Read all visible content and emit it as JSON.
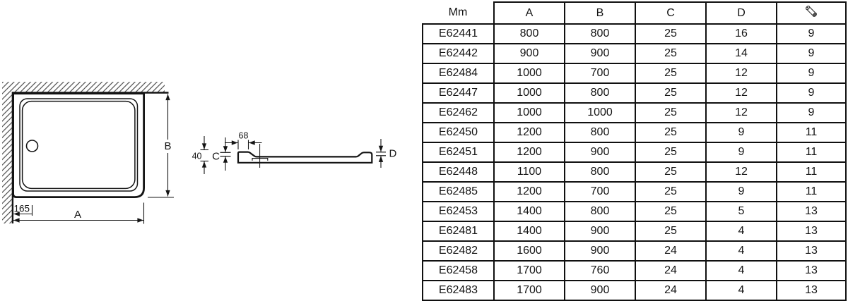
{
  "colors": {
    "ink": "#141414",
    "background": "#ffffff"
  },
  "plan_view": {
    "width_label": "A",
    "depth_label": "B",
    "drain_offset_label": "165",
    "drain_icon": "drain-circle-icon",
    "wall_icon": "hatched-wall"
  },
  "section_view": {
    "upstand_width_label": "68",
    "upstand_height_label": "40",
    "rim_height_label": "C",
    "inner_depth_label": "D"
  },
  "table": {
    "header": {
      "ref": "Mm",
      "a": "A",
      "b": "B",
      "c": "C",
      "d": "D",
      "last_col_icon": "screw-icon"
    },
    "rows": [
      {
        "ref": "E62441",
        "a": "800",
        "b": "800",
        "c": "25",
        "d": "16",
        "screws": "9"
      },
      {
        "ref": "E62442",
        "a": "900",
        "b": "900",
        "c": "25",
        "d": "14",
        "screws": "9"
      },
      {
        "ref": "E62484",
        "a": "1000",
        "b": "700",
        "c": "25",
        "d": "12",
        "screws": "9"
      },
      {
        "ref": "E62447",
        "a": "1000",
        "b": "800",
        "c": "25",
        "d": "12",
        "screws": "9"
      },
      {
        "ref": "E62462",
        "a": "1000",
        "b": "1000",
        "c": "25",
        "d": "12",
        "screws": "9"
      },
      {
        "ref": "E62450",
        "a": "1200",
        "b": "800",
        "c": "25",
        "d": "9",
        "screws": "11"
      },
      {
        "ref": "E62451",
        "a": "1200",
        "b": "900",
        "c": "25",
        "d": "9",
        "screws": "11"
      },
      {
        "ref": "E62448",
        "a": "1100",
        "b": "800",
        "c": "25",
        "d": "12",
        "screws": "11"
      },
      {
        "ref": "E62485",
        "a": "1200",
        "b": "700",
        "c": "25",
        "d": "9",
        "screws": "11"
      },
      {
        "ref": "E62453",
        "a": "1400",
        "b": "800",
        "c": "25",
        "d": "5",
        "screws": "13"
      },
      {
        "ref": "E62481",
        "a": "1400",
        "b": "900",
        "c": "25",
        "d": "4",
        "screws": "13"
      },
      {
        "ref": "E62482",
        "a": "1600",
        "b": "900",
        "c": "24",
        "d": "4",
        "screws": "13"
      },
      {
        "ref": "E62458",
        "a": "1700",
        "b": "760",
        "c": "24",
        "d": "4",
        "screws": "13"
      },
      {
        "ref": "E62483",
        "a": "1700",
        "b": "900",
        "c": "24",
        "d": "4",
        "screws": "13"
      }
    ]
  }
}
